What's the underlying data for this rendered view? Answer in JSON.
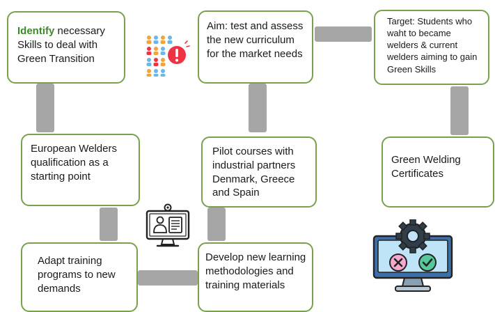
{
  "boxes": {
    "identify": {
      "highlight": "Identify",
      "rest": " necessary Skills to deal with Green Transition"
    },
    "aim": {
      "text": "Aim: test and assess the new curriculum for the market needs"
    },
    "target": {
      "text": "Target: Students who waht to became welders & current welders aiming to gain Green Skills"
    },
    "european": {
      "text": "European Welders qualification as a starting point"
    },
    "pilot": {
      "text": "Pilot courses with industrial partners Denmark, Greece and Spain"
    },
    "certificates": {
      "text": "Green Welding Certificates"
    },
    "adapt": {
      "text": "Adapt training programs to new demands"
    },
    "develop": {
      "text": "Develop new learning methodologies and training materials"
    }
  },
  "icons": [
    "people-alert-icon",
    "online-learning-icon",
    "monitor-settings-icon"
  ],
  "colors": {
    "box_border": "#79a04d",
    "highlight": "#3d8a2a",
    "connector": "#a6a6a6",
    "alert": "#ee3344"
  }
}
